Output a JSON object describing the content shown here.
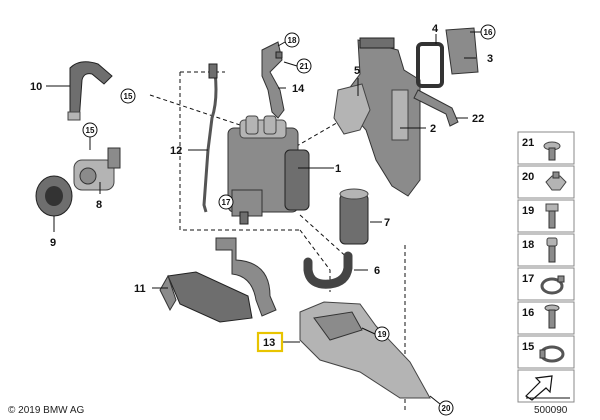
{
  "callouts": [
    {
      "id": "c1",
      "label": "1"
    },
    {
      "id": "c2",
      "label": "2"
    },
    {
      "id": "c3",
      "label": "3"
    },
    {
      "id": "c4",
      "label": "4"
    },
    {
      "id": "c5",
      "label": "5"
    },
    {
      "id": "c6",
      "label": "6"
    },
    {
      "id": "c7",
      "label": "7"
    },
    {
      "id": "c8",
      "label": "8"
    },
    {
      "id": "c9",
      "label": "9"
    },
    {
      "id": "c10",
      "label": "10"
    },
    {
      "id": "c11",
      "label": "11"
    },
    {
      "id": "c12",
      "label": "12"
    },
    {
      "id": "c13",
      "label": "13",
      "highlighted": true
    },
    {
      "id": "c14",
      "label": "14"
    },
    {
      "id": "c22",
      "label": "22"
    }
  ],
  "circle_callouts": [
    {
      "id": "cc15a",
      "label": "15"
    },
    {
      "id": "cc15b",
      "label": "15"
    },
    {
      "id": "cc16",
      "label": "16"
    },
    {
      "id": "cc17",
      "label": "17"
    },
    {
      "id": "cc18",
      "label": "18"
    },
    {
      "id": "cc19",
      "label": "19"
    },
    {
      "id": "cc20",
      "label": "20"
    },
    {
      "id": "cc21",
      "label": "21"
    }
  ],
  "fastener_legend": [
    {
      "label": "21",
      "icon": "bolt-washer-icon"
    },
    {
      "label": "20",
      "icon": "hex-nut-icon"
    },
    {
      "label": "19",
      "icon": "hex-bolt-icon"
    },
    {
      "label": "18",
      "icon": "socket-bolt-icon"
    },
    {
      "label": "17",
      "icon": "hose-clamp-icon"
    },
    {
      "label": "16",
      "icon": "flange-bolt-icon"
    },
    {
      "label": "15",
      "icon": "spring-clamp-icon"
    }
  ],
  "footer": {
    "copyright": "© 2019 BMW AG",
    "diagram_number": "500090"
  },
  "colors": {
    "part_fill": "#8b8b8b",
    "highlight": "#e8c400"
  }
}
